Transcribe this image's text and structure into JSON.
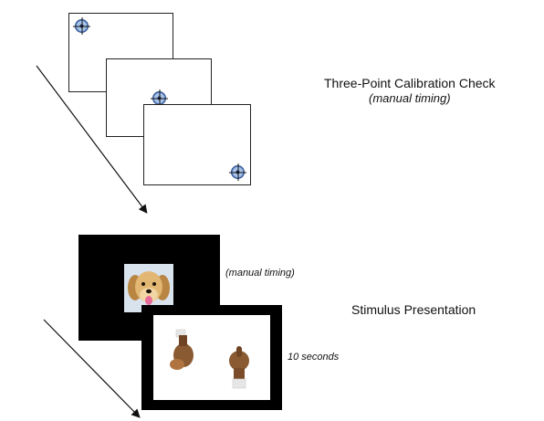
{
  "calibration": {
    "title": "Three-Point Calibration Check",
    "timing": "(manual timing)"
  },
  "stimulus": {
    "title": "Stimulus Presentation",
    "first_timing": "(manual timing)",
    "second_timing": "10 seconds"
  },
  "colors": {
    "target_outer": "#5f86c4",
    "target_center": "#1b2a55",
    "screen_black": "#000000"
  },
  "icons": [
    "calibration-target-icon",
    "puppy-image",
    "hand-signs-image",
    "arrow-icon"
  ]
}
